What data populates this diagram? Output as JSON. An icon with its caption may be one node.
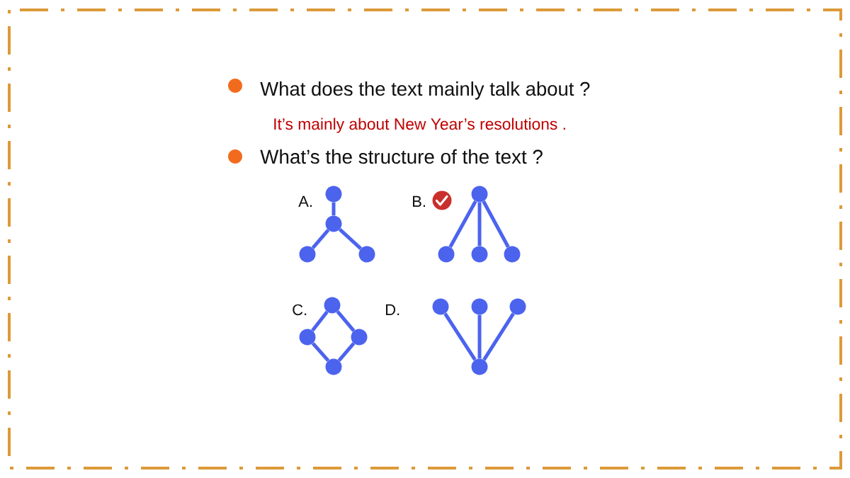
{
  "diagram": {
    "nodes": [
      {
        "text": [],
        "shape": "circle"
      },
      {
        "text": [],
        "shape": "circle"
      },
      {
        "text": [],
        "shape": "circle"
      },
      {
        "text": [],
        "shape": "circle"
      },
      {
        "text": [],
        "shape": "circle"
      },
      {
        "text": [],
        "shape": "circle"
      },
      {
        "text": [],
        "shape": "circle"
      },
      {
        "text": [],
        "shape": "circle"
      },
      {
        "text": [],
        "shape": "circle"
      },
      {
        "text": [],
        "shape": "circle"
      },
      {
        "text": [],
        "shape": "circle"
      },
      {
        "text": [],
        "shape": "circle"
      },
      {
        "text": [],
        "shape": "circle"
      },
      {
        "text": [],
        "shape": "circle"
      },
      {
        "text": [],
        "shape": "circle"
      },
      {
        "text": [],
        "shape": "circle"
      }
    ],
    "edges": [
      {
        "from": 0,
        "to": 1,
        "arrow": "none"
      },
      {
        "from": 1,
        "to": 2,
        "arrow": "none"
      },
      {
        "from": 1,
        "to": 3,
        "arrow": "none"
      },
      {
        "from": 4,
        "to": 5,
        "arrow": "none"
      },
      {
        "from": 4,
        "to": 6,
        "arrow": "none"
      },
      {
        "from": 4,
        "to": 7,
        "arrow": "none"
      },
      {
        "from": 8,
        "to": 9,
        "arrow": "none"
      },
      {
        "from": 8,
        "to": 10,
        "arrow": "none"
      },
      {
        "from": 9,
        "to": 11,
        "arrow": "none"
      },
      {
        "from": 10,
        "to": 11,
        "arrow": "none"
      },
      {
        "from": 12,
        "to": 15,
        "arrow": "none"
      },
      {
        "from": 13,
        "to": 15,
        "arrow": "none"
      },
      {
        "from": 14,
        "to": 15,
        "arrow": "none"
      }
    ],
    "labels": [
      "What does the text mainly talk about ?",
      "It’s mainly about New Year’s resolutions .",
      "What’s the structure of the text ?",
      "A.",
      "B.",
      "C.",
      "D."
    ]
  }
}
